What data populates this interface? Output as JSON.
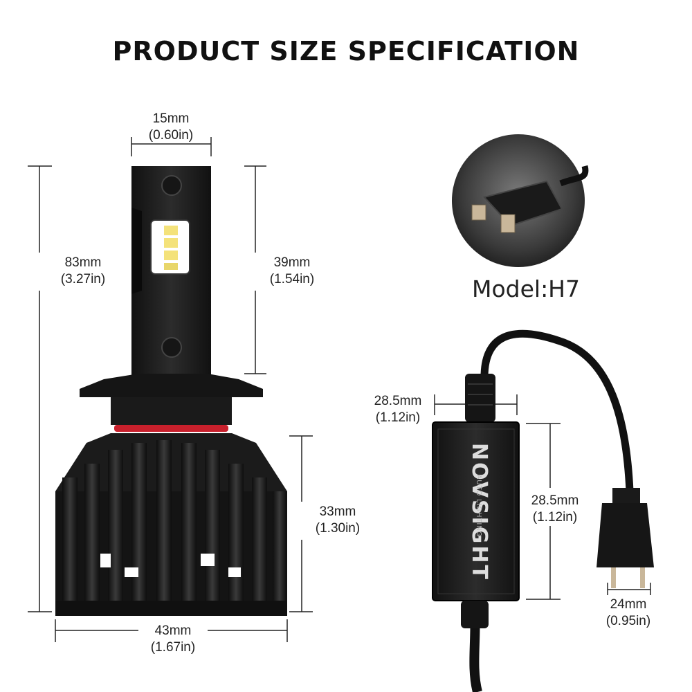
{
  "title": "PRODUCT SIZE SPECIFICATION",
  "model": "Model:H7",
  "brand": {
    "name": "NOVSIGHT",
    "tagline": "AUTO LIGHTING"
  },
  "dimensions": {
    "bulb_top_width": {
      "mm": "15mm",
      "in": "(0.60in)"
    },
    "total_length": {
      "mm": "83mm",
      "in": "(3.27in)"
    },
    "led_section": {
      "mm": "39mm",
      "in": "(1.54in)"
    },
    "heatsink_height": {
      "mm": "33mm",
      "in": "(1.30in)"
    },
    "base_width": {
      "mm": "43mm",
      "in": "(1.67in)"
    },
    "driver_width": {
      "mm": "28.5mm",
      "in": "(1.12in)"
    },
    "driver_length": {
      "mm": "28.5mm",
      "in": "(1.12in)"
    },
    "connector_width": {
      "mm": "24mm",
      "in": "(0.95in)"
    }
  },
  "colors": {
    "bulb_body": "#1c1c1c",
    "accent_ring": "#c8202c",
    "led": "#f4e27a",
    "lines": "#222222"
  }
}
